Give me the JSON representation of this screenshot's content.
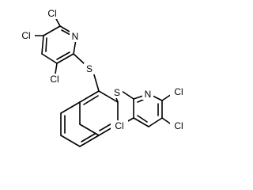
{
  "molecule": {
    "atoms": {
      "cl_top_a": "Cl",
      "cl_top_b": "Cl",
      "n_top": "N",
      "s_upper": "S",
      "cl_top_c": "Cl",
      "s_lower": "S",
      "n_right": "N",
      "cl_right_a": "Cl",
      "cl_right_b": "Cl",
      "cl_right_c": "Cl"
    }
  }
}
